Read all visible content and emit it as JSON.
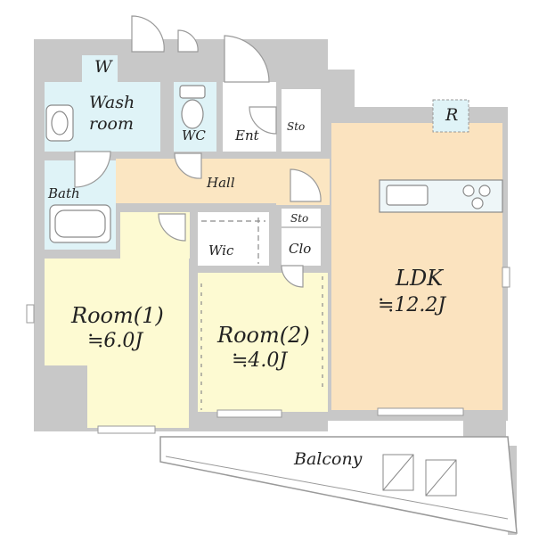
{
  "rooms": {
    "washer": "W",
    "wash_room_line1": "Wash",
    "wash_room_line2": "room",
    "wc": "WC",
    "entrance": "Ent",
    "storage_top": "Sto",
    "refrigerator": "R",
    "bath": "Bath",
    "hall": "Hall",
    "storage_mid": "Sto",
    "walk_in_closet": "Wic",
    "closet": "Clo",
    "room1_name": "Room(1)",
    "room1_area": "≒6.0J",
    "room2_name": "Room(2)",
    "room2_area": "≒4.0J",
    "ldk_name": "LDK",
    "ldk_area": "≒12.2J",
    "balcony": "Balcony"
  },
  "colors": {
    "wall": "#c8c8c8",
    "wet_area": "#dff3f7",
    "hall_floor": "#fbe6c2",
    "ldk_floor": "#fbe3bf",
    "room_floor": "#fdfad2",
    "fixture_line": "#9a9a9a"
  }
}
